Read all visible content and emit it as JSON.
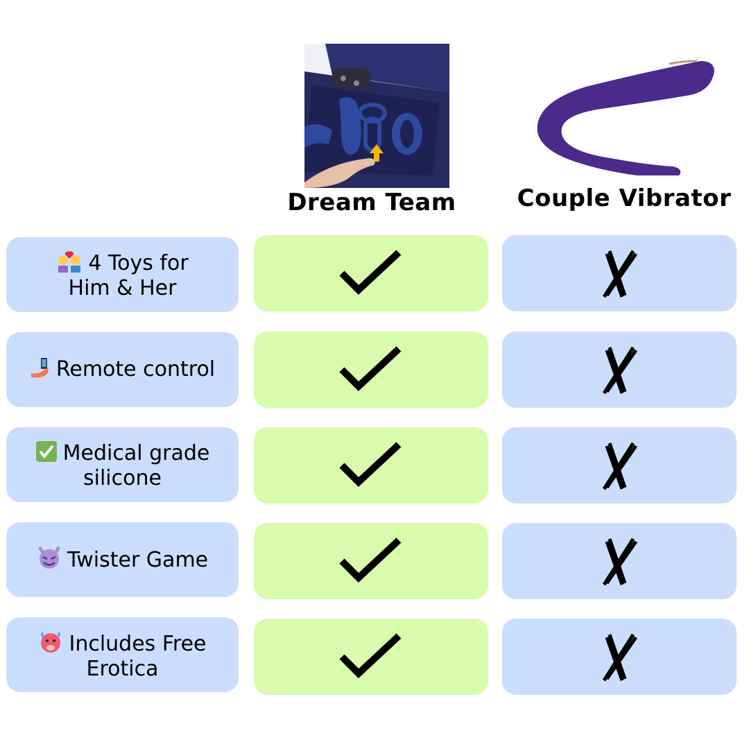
{
  "columns": [
    {
      "name": "Dream Team",
      "image_alt": "Dream Team toy set in open box",
      "accent": "#d8fbad"
    },
    {
      "name": "Couple Vibrator",
      "image_alt": "Purple couple vibrator",
      "accent": "#cbddfc"
    }
  ],
  "colors": {
    "feature_bg": "#cbddfc",
    "yes_bg": "#d8fbad",
    "no_bg": "#cbddfc",
    "product_purple": "#4b2a8c",
    "box_navy": "#2a2f66"
  },
  "rows": [
    {
      "emoji": "couple-with-heart-icon",
      "line1": "4 Toys for",
      "line2": "Him & Her",
      "dream_team": "check",
      "couple_vibrator": "cross"
    },
    {
      "emoji": "selfie-phone-icon",
      "line1": "Remote control",
      "line2": "",
      "dream_team": "check",
      "couple_vibrator": "cross"
    },
    {
      "emoji": "check-mark-button-icon",
      "line1": "Medical grade",
      "line2": "silicone",
      "dream_team": "check",
      "couple_vibrator": "cross"
    },
    {
      "emoji": "smiling-devil-icon",
      "line1": "Twister Game",
      "line2": "",
      "dream_team": "check",
      "couple_vibrator": "cross"
    },
    {
      "emoji": "hot-face-icon",
      "line1": "Includes Free",
      "line2": "Erotica",
      "dream_team": "check",
      "couple_vibrator": "cross"
    }
  ]
}
